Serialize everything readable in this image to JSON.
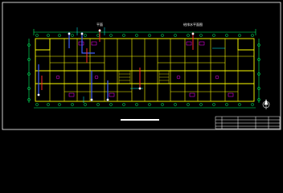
{
  "drawing": {
    "header_left": "平面",
    "header_right": "给排水平面图",
    "north_symbol": "N",
    "title_block_rows": [
      "",
      "",
      "",
      ""
    ],
    "colors": {
      "background": "#000000",
      "frame": "#ffffff",
      "walls": "#ffff00",
      "grid": "#00ff00",
      "dimension": "#00ff66",
      "pipe_red": "#ff2a2a",
      "pipe_blue": "#4060ff",
      "pipe_cyan": "#00ffff",
      "fixture_magenta": "#ff00ff"
    }
  }
}
